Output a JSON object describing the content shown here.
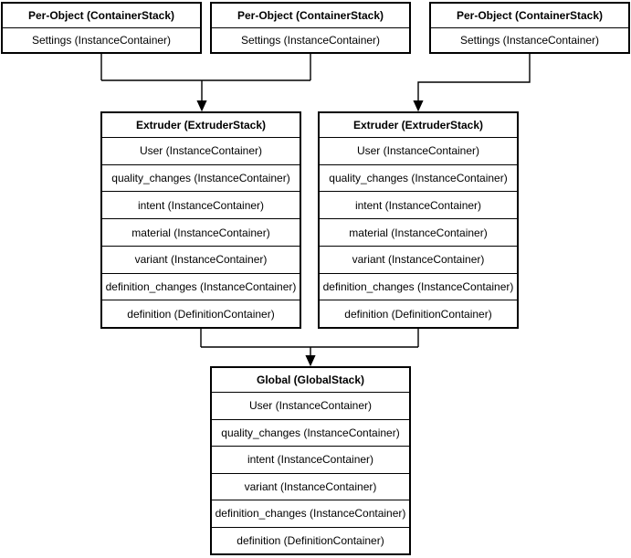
{
  "colors": {
    "background": "#ffffff",
    "node_fill": "#ffffff",
    "border": "#000000",
    "text": "#000000",
    "connector": "#000000"
  },
  "nodes": {
    "per_object_1": {
      "title": "Per-Object (ContainerStack)",
      "rows": [
        "Settings (InstanceContainer)"
      ]
    },
    "per_object_2": {
      "title": "Per-Object (ContainerStack)",
      "rows": [
        "Settings (InstanceContainer)"
      ]
    },
    "per_object_3": {
      "title": "Per-Object (ContainerStack)",
      "rows": [
        "Settings (InstanceContainer)"
      ]
    },
    "extruder_left": {
      "title": "Extruder (ExtruderStack)",
      "rows": [
        "User (InstanceContainer)",
        "quality_changes (InstanceContainer)",
        "intent (InstanceContainer)",
        "material (InstanceContainer)",
        "variant (InstanceContainer)",
        "definition_changes (InstanceContainer)",
        "definition (DefinitionContainer)"
      ]
    },
    "extruder_right": {
      "title": "Extruder (ExtruderStack)",
      "rows": [
        "User (InstanceContainer)",
        "quality_changes (InstanceContainer)",
        "intent (InstanceContainer)",
        "material (InstanceContainer)",
        "variant (InstanceContainer)",
        "definition_changes (InstanceContainer)",
        "definition (DefinitionContainer)"
      ]
    },
    "global": {
      "title": "Global (GlobalStack)",
      "rows": [
        "User (InstanceContainer)",
        "quality_changes (InstanceContainer)",
        "intent (InstanceContainer)",
        "variant (InstanceContainer)",
        "definition_changes (InstanceContainer)",
        "definition (DefinitionContainer)"
      ]
    }
  }
}
